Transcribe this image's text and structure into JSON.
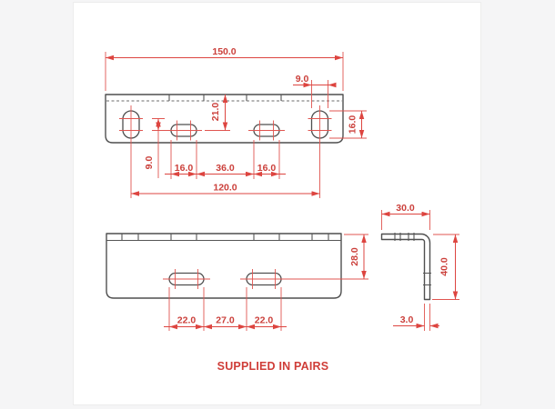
{
  "title": "angle-bracket-technical-drawing",
  "note": "SUPPLIED IN PAIRS",
  "colors": {
    "dimension_red": "#dd4540",
    "text_red": "#cb3f3a",
    "outline_gray": "#4f4f4f",
    "page_background": "#f5f5f6",
    "sheet_background": "#ffffff"
  },
  "dims": {
    "top_overall": "150.0",
    "top_slot_width": "9.0",
    "top_center_offset": "21.0",
    "top_end_slot_len": "16.0",
    "top_row_offset": "9.0",
    "top_mid_slot_left": "16.0",
    "top_mid_gap": "36.0",
    "top_mid_slot_right": "16.0",
    "top_centers": "120.0",
    "front_top_offset": "28.0",
    "front_slot_left": "22.0",
    "front_gap": "27.0",
    "front_slot_right": "22.0",
    "side_depth": "30.0",
    "side_height": "40.0",
    "side_thickness": "3.0"
  }
}
